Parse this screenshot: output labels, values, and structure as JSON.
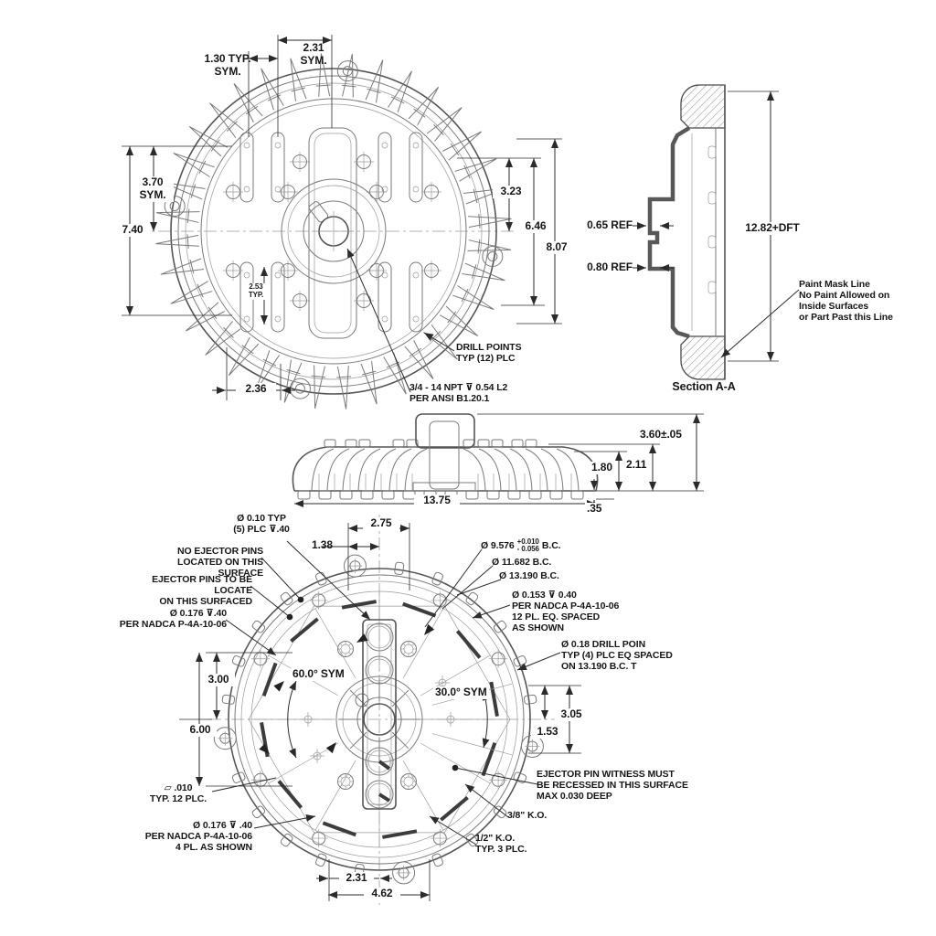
{
  "top_view": {
    "dims": {
      "d231": "2.31\nSYM.",
      "d130": "1.30 TYP.\nSYM.",
      "d370": "3.70\nSYM.",
      "d740": "7.40",
      "d253": "2.53\nTYP.",
      "d323": "3.23",
      "d646": "6.46",
      "d807": "8.07",
      "d236": "2.36"
    },
    "notes": {
      "drill_points": "DRILL POINTS\nTYP (12) PLC",
      "npt": "3/4 - 14 NPT ⊽ 0.54 L2\nPER ANSI B1.20.1"
    }
  },
  "section_view": {
    "caption": "Section A-A",
    "dims": {
      "d065": "0.65 REF",
      "d080": "0.80 REF",
      "d1282": "12.82+DFT"
    },
    "notes": {
      "paint_mask": "Paint Mask Line\nNo Paint Allowed on\nInside Surfaces\nor Part Past this Line"
    }
  },
  "side_view": {
    "dims": {
      "d360": "3.60±.05",
      "d211": "2.11",
      "d180": "1.80",
      "d035": ".35",
      "d1375": "13.75"
    }
  },
  "bottom_view": {
    "dims": {
      "d275": "2.75",
      "d138": "1.38",
      "d60": "60.0° SYM",
      "d30": "30.0° SYM",
      "d300": "3.00",
      "d600": "6.00",
      "d305": "3.05",
      "d153": "1.53",
      "d231": "2.31",
      "d462": "4.62"
    },
    "notes": {
      "d010typ": "Ø 0.10 TYP\n(5) PLC ⊽.40",
      "no_ejector": "NO EJECTOR PINS\nLOCATED ON THIS SURFACE",
      "ejector_locate": "EJECTOR PINS TO BE LOCATE\nON THIS SURFACED",
      "d0176_upper": "Ø 0.176 ⊽.40\nPER NADCA P-4A-10-06",
      "bc1_base": "Ø 9.576",
      "bc1_tol_plus": "+0.010",
      "bc1_tol_minus": "- 0.056",
      "bc1_suffix": "B.C.",
      "bc2": "Ø 11.682 B.C.",
      "bc3": "Ø 13.190 B.C.",
      "d0153": "Ø 0.153 ⊽ 0.40\nPER NADCA P-4A-10-06\n12 PL. EQ. SPACED\nAS SHOWN",
      "d018": "Ø 0.18 DRILL POIN\nTYP (4) PLC EQ SPACED\nON 13.190 B.C. T",
      "witness": "EJECTOR PIN WITNESS MUST\nBE RECESSED IN THIS SURFACE\nMAX 0.030 DEEP",
      "ko38": "3/8\" K.O.",
      "ko12": "1/2\" K.O.\nTYP. 3 PLC.",
      "flatness": "▱  .010\nTYP. 12 PLC.",
      "d0176_lower": "Ø 0.176 ⊽ .40\nPER NADCA P-4A-10-06\n4 PL. AS SHOWN"
    }
  },
  "colors": {
    "part_line": "#7a7a7a",
    "dim_line": "#2b2b2b",
    "text": "#161616",
    "background": "#ffffff"
  }
}
